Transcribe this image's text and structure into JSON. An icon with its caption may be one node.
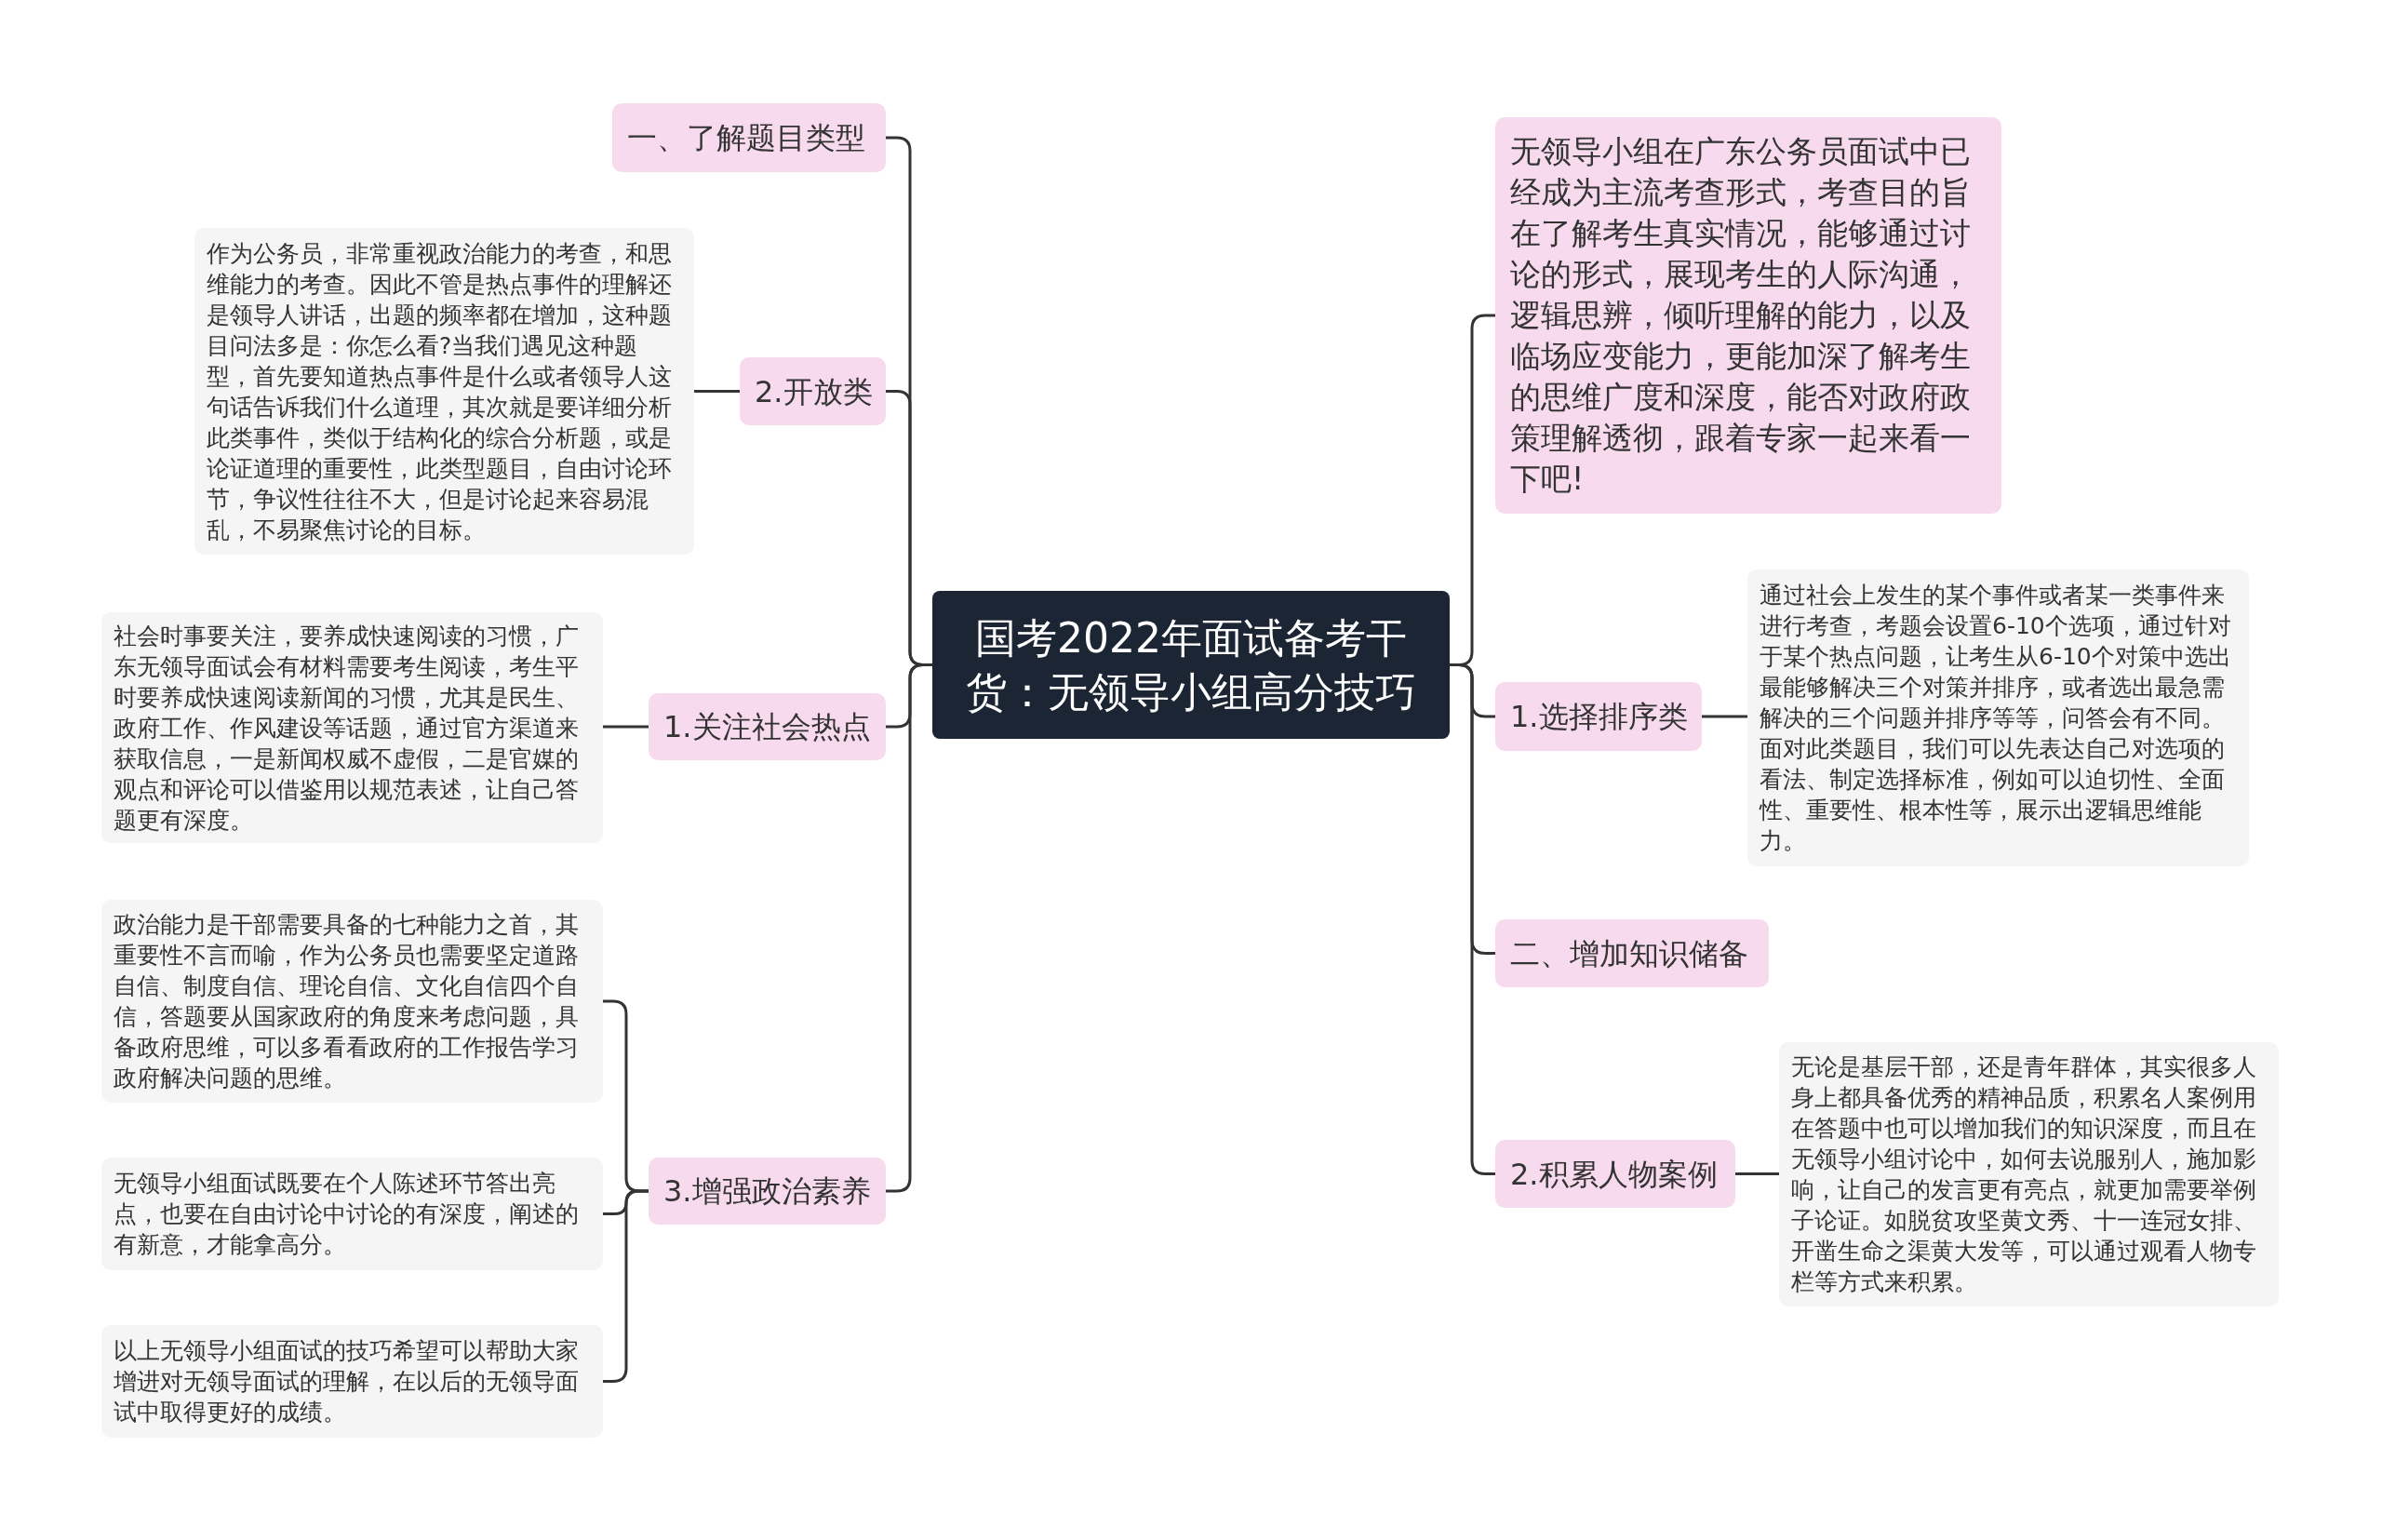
{
  "diagram": {
    "nodes": [
      {
        "text": [
          "国考2022年面试备考干货：无领导小组高分技巧"
        ]
      },
      {
        "text": [
          "一、了解题目类型"
        ]
      },
      {
        "text": [
          "2.开放类"
        ]
      },
      {
        "text": [
          "作为公务员，非常重视政治能力的考查，和思维能力的考查。因此不管是热点事件的理解还是领导人讲话，出题的频率都在增加，这种题目问法多是：你怎么看?当我们遇见这种题型，首先要知道热点事件是什么或者领导人这句话告诉我们什么道理，其次就是要详细分析此类事件，类似于结构化的综合分析题，或是论证道理的重要性，此类型题目，自由讨论环节，争议性往往不大，但是讨论起来容易混乱，不易聚焦讨论的目标。"
        ]
      },
      {
        "text": [
          "1.关注社会热点"
        ]
      },
      {
        "text": [
          "社会时事要关注，要养成快速阅读的习惯，广东无领导面试会有材料需要考生阅读，考生平时要养成快速阅读新闻的习惯，尤其是民生、政府工作、作风建设等话题，通过官方渠道来获取信息，一是新闻权威不虚假，二是官媒的观点和评论可以借鉴用以规范表述，让自己答题更有深度。"
        ]
      },
      {
        "text": [
          "3.增强政治素养"
        ]
      },
      {
        "text": [
          "政治能力是干部需要具备的七种能力之首，其重要性不言而喻，作为公务员也需要坚定道路自信、制度自信、理论自信、文化自信四个自信，答题要从国家政府的角度来考虑问题，具备政府思维，可以多看看政府的工作报告学习政府解决问题的思维。"
        ]
      },
      {
        "text": [
          "无领导小组面试既要在个人陈述环节答出亮点，也要在自由讨论中讨论的有深度，阐述的有新意，才能拿高分。"
        ]
      },
      {
        "text": [
          "以上无领导小组面试的技巧希望可以帮助大家增进对无领导面试的理解，在以后的无领导面试中取得更好的成绩。"
        ]
      },
      {
        "text": [
          "无领导小组在广东公务员面试中已经成为主流考查形式，考查目的旨在了解考生真实情况，能够通过讨论的形式，展现考生的人际沟通，逻辑思辨，倾听理解的能力，以及临场应变能力，更能加深了解考生的思维广度和深度，能否对政府政策理解透彻，跟着专家一起来看一下吧!"
        ]
      },
      {
        "text": [
          "1.选择排序类"
        ]
      },
      {
        "text": [
          "通过社会上发生的某个事件或者某一类事件来进行考查，考题会设置6-10个选项，通过针对于某个热点问题，让考生从6-10个对策中选出最能够解决三个对策并排序，或者选出最急需解决的三个问题并排序等等，问答会有不同。面对此类题目，我们可以先表达自己对选项的看法、制定选择标准，例如可以迫切性、全面性、重要性、根本性等，展示出逻辑思维能力。"
        ]
      },
      {
        "text": [
          "二、增加知识储备"
        ]
      },
      {
        "text": [
          "2.积累人物案例"
        ]
      },
      {
        "text": [
          "无论是基层干部，还是青年群体，其实很多人身上都具备优秀的精神品质，积累名人案例用在答题中也可以增加我们的知识深度，而且在无领导小组讨论中，如何去说服别人，施加影响，让自己的发言更有亮点，就更加需要举例子论证。如脱贫攻坚黄文秀、十一连冠女排、开凿生命之渠黄大发等，可以通过观看人物专栏等方式来积累。"
        ]
      }
    ],
    "edges": [
      {
        "from": 0,
        "to": 1,
        "arrow": "none"
      },
      {
        "from": 0,
        "to": 2,
        "arrow": "none"
      },
      {
        "from": 2,
        "to": 3,
        "arrow": "none"
      },
      {
        "from": 0,
        "to": 4,
        "arrow": "none"
      },
      {
        "from": 4,
        "to": 5,
        "arrow": "none"
      },
      {
        "from": 0,
        "to": 6,
        "arrow": "none"
      },
      {
        "from": 6,
        "to": 7,
        "arrow": "none"
      },
      {
        "from": 6,
        "to": 8,
        "arrow": "none"
      },
      {
        "from": 6,
        "to": 9,
        "arrow": "none"
      },
      {
        "from": 0,
        "to": 10,
        "arrow": "none"
      },
      {
        "from": 0,
        "to": 11,
        "arrow": "none"
      },
      {
        "from": 11,
        "to": 12,
        "arrow": "none"
      },
      {
        "from": 0,
        "to": 13,
        "arrow": "none"
      },
      {
        "from": 0,
        "to": 14,
        "arrow": "none"
      },
      {
        "from": 14,
        "to": 15,
        "arrow": "none"
      }
    ]
  }
}
